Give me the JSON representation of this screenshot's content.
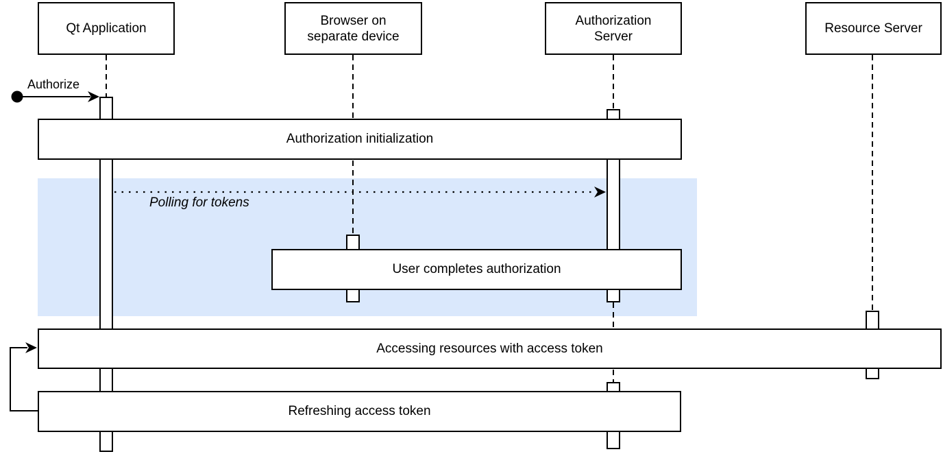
{
  "diagram": {
    "kind": "uml-sequence-diagram"
  },
  "actors": [
    {
      "id": "qt-application",
      "label": "Qt Application"
    },
    {
      "id": "browser",
      "label": "Browser on\nseparate device"
    },
    {
      "id": "authorization-server",
      "label": "Authorization\nServer"
    },
    {
      "id": "resource-server",
      "label": "Resource Server"
    }
  ],
  "activities": [
    {
      "label": "Authorization initialization"
    },
    {
      "label": "User completes authorization"
    },
    {
      "label": "Accessing resources with access token"
    },
    {
      "label": "Refreshing access token"
    }
  ],
  "messages": {
    "authorize_label": "Authorize",
    "polling_label": "Polling for tokens"
  },
  "colors": {
    "fragment_fill": "#dae8fc",
    "stroke": "#000000",
    "background": "#ffffff"
  }
}
